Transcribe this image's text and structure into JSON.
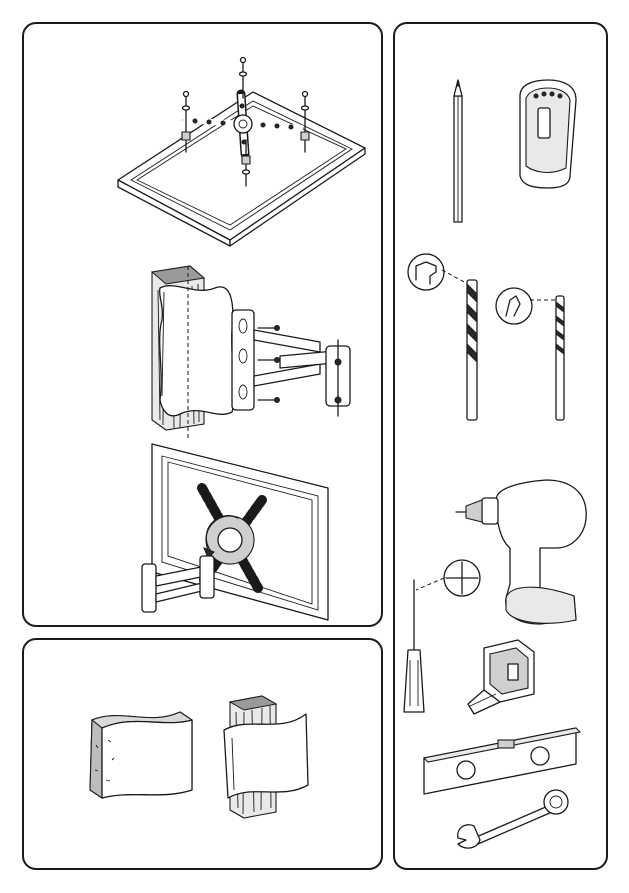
{
  "panels": {
    "steps": {
      "name": "mounting-steps-panel"
    },
    "wall_types": {
      "name": "wall-types-panel"
    },
    "tools": {
      "name": "required-tools-panel"
    }
  },
  "icons": [
    "tv-back-bracket-icon",
    "wooden-stud-wall-arm-icon",
    "tv-on-wall-icon",
    "solid-wall-icon",
    "stud-wall-icon",
    "pencil-icon",
    "stud-finder-icon",
    "masonry-drill-bit-icon",
    "wood-drill-bit-icon",
    "cordless-drill-icon",
    "phillips-screwdriver-icon",
    "tape-measure-icon",
    "spirit-level-icon",
    "wrench-icon"
  ],
  "colors": {
    "line": "#1a1a1a",
    "fill_dark": "#2a2a2a",
    "fill_grey": "#cfcfcf",
    "background": "#ffffff"
  }
}
